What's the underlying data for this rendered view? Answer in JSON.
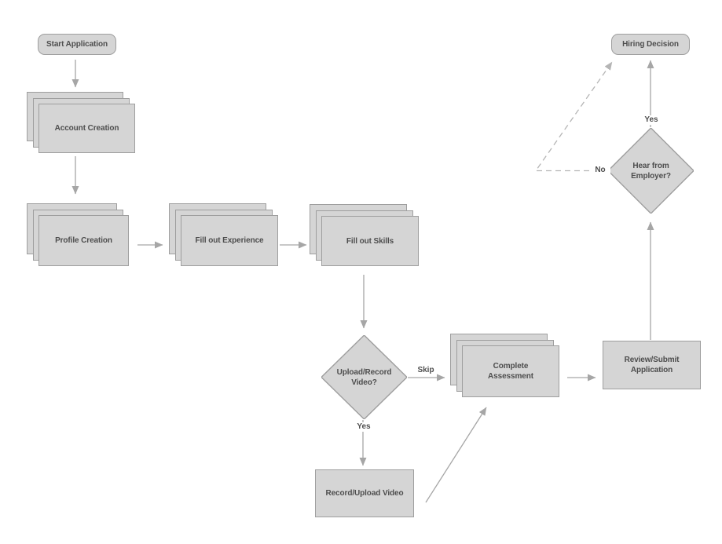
{
  "diagram": {
    "type": "flowchart",
    "nodes": {
      "start": {
        "label": "Start Application",
        "shape": "terminator"
      },
      "account": {
        "label": "Account Creation",
        "shape": "stacked-process"
      },
      "profile": {
        "label": "Profile Creation",
        "shape": "stacked-process"
      },
      "experience": {
        "label": "Fill out Experience",
        "shape": "stacked-process"
      },
      "skills": {
        "label": "Fill out Skills",
        "shape": "stacked-process"
      },
      "upload_decision": {
        "label": "Upload/Record Video?",
        "shape": "decision"
      },
      "record_video": {
        "label": "Record/Upload Video",
        "shape": "process"
      },
      "assessment": {
        "label": "Complete Assessment",
        "shape": "stacked-process"
      },
      "review": {
        "label": "Review/Submit Application",
        "shape": "process"
      },
      "employer_decision": {
        "label": "Hear from Employer?",
        "shape": "decision"
      },
      "hiring": {
        "label": "Hiring Decision",
        "shape": "terminator"
      }
    },
    "edge_labels": {
      "skip": "Skip",
      "upload_yes": "Yes",
      "employer_yes": "Yes",
      "employer_no": "No"
    },
    "colors": {
      "shape_fill": "#d5d5d5",
      "shape_border": "#9e9e9e",
      "connector": "#a6a6a6",
      "connector_dashed": "#b5b5b5",
      "text": "#4d4d4d",
      "background": "#ffffff"
    }
  }
}
